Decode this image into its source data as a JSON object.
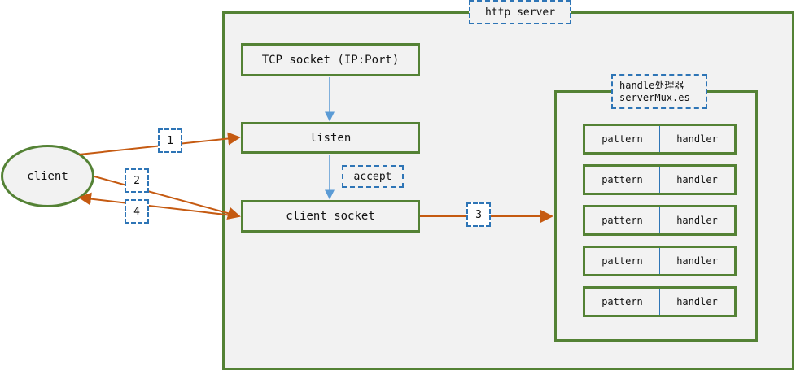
{
  "server": {
    "title": "http server"
  },
  "nodes": {
    "tcp_socket": "TCP socket (IP:Port)",
    "listen": "listen",
    "client_socket": "client socket",
    "client": "client",
    "accept": "accept"
  },
  "handler": {
    "title_line1": "handle处理器",
    "title_line2": "serverMux.es",
    "rows": [
      {
        "pattern": "pattern",
        "handler": "handler"
      },
      {
        "pattern": "pattern",
        "handler": "handler"
      },
      {
        "pattern": "pattern",
        "handler": "handler"
      },
      {
        "pattern": "pattern",
        "handler": "handler"
      },
      {
        "pattern": "pattern",
        "handler": "handler"
      }
    ]
  },
  "steps": [
    "1",
    "2",
    "3",
    "4"
  ],
  "colors": {
    "green": "#548235",
    "blue": "#2e75b6",
    "orange": "#c55a11",
    "fill": "#f2f2f2"
  }
}
